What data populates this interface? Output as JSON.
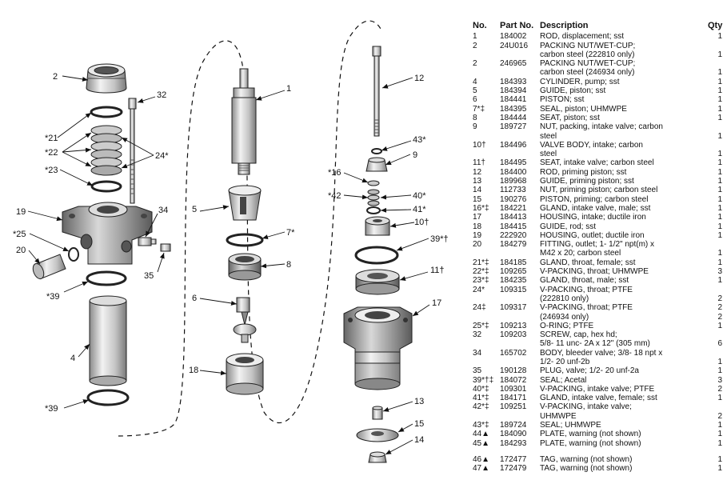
{
  "callouts": {
    "c2": "2",
    "c32": "32",
    "c21": "*21",
    "c22": "*22",
    "c24": "24*",
    "c23": "*23",
    "c19": "19",
    "c34": "34",
    "c25": "*25",
    "c20": "20",
    "c35": "35",
    "c39a": "*39",
    "c4": "4",
    "c39b": "*39",
    "c1": "1",
    "c5": "5",
    "c7": "7*",
    "c8": "8",
    "c6": "6",
    "c18": "18",
    "c12": "12",
    "c43": "43*",
    "c9": "9",
    "c16": "*16",
    "c42": "*42",
    "c40": "40*",
    "c41": "41*",
    "c10": "10†",
    "c39c": "39*†",
    "c11": "11†",
    "c17": "17",
    "c13": "13",
    "c15": "15",
    "c14": "14"
  },
  "parts_list": {
    "headers": {
      "no": "No.",
      "part": "Part No.",
      "desc": "Description",
      "qty": "Qty"
    },
    "rows": [
      {
        "no": "1",
        "part": "184002",
        "desc": "ROD, displacement; sst",
        "qty": "1"
      },
      {
        "no": "2",
        "part": "24U016",
        "desc": "PACKING NUT/WET-CUP;",
        "qty": ""
      },
      {
        "no": "",
        "part": "",
        "desc": "carbon steel (222810 only)",
        "qty": "1"
      },
      {
        "no": "2",
        "part": "246965",
        "desc": "PACKING NUT/WET-CUP;",
        "qty": ""
      },
      {
        "no": "",
        "part": "",
        "desc": "carbon steel (246934 only)",
        "qty": "1"
      },
      {
        "no": "4",
        "part": "184393",
        "desc": "CYLINDER, pump; sst",
        "qty": "1"
      },
      {
        "no": "5",
        "part": "184394",
        "desc": "GUIDE, piston; sst",
        "qty": "1"
      },
      {
        "no": "6",
        "part": "184441",
        "desc": "PISTON; sst",
        "qty": "1"
      },
      {
        "no": "7*‡",
        "part": "184395",
        "desc": "SEAL, piston; UHMWPE",
        "qty": "1"
      },
      {
        "no": "8",
        "part": "184444",
        "desc": "SEAT, piston; sst",
        "qty": "1"
      },
      {
        "no": "9",
        "part": "189727",
        "desc": "NUT, packing, intake valve; carbon",
        "qty": ""
      },
      {
        "no": "",
        "part": "",
        "desc": "steel",
        "qty": "1"
      },
      {
        "no": "10†",
        "part": "184496",
        "desc": "VALVE BODY, intake; carbon",
        "qty": ""
      },
      {
        "no": "",
        "part": "",
        "desc": "steel",
        "qty": "1"
      },
      {
        "no": "11†",
        "part": "184495",
        "desc": "SEAT, intake valve; carbon steel",
        "qty": "1"
      },
      {
        "no": "12",
        "part": "184400",
        "desc": "ROD, priming piston; sst",
        "qty": "1"
      },
      {
        "no": "13",
        "part": "189968",
        "desc": "GUIDE, priming piston; sst",
        "qty": "1"
      },
      {
        "no": "14",
        "part": "112733",
        "desc": "NUT, priming piston; carbon steel",
        "qty": "1"
      },
      {
        "no": "15",
        "part": "190276",
        "desc": "PISTON, priming; carbon steel",
        "qty": "1"
      },
      {
        "no": "16*‡",
        "part": "184221",
        "desc": "GLAND, intake valve, male; sst",
        "qty": "1"
      },
      {
        "no": "17",
        "part": "184413",
        "desc": "HOUSING, intake; ductile iron",
        "qty": "1"
      },
      {
        "no": "18",
        "part": "184415",
        "desc": "GUIDE, rod; sst",
        "qty": "1"
      },
      {
        "no": "19",
        "part": "222920",
        "desc": "HOUSING, outlet; ductile iron",
        "qty": "1"
      },
      {
        "no": "20",
        "part": "184279",
        "desc": "FITTING, outlet; 1- 1/2\" npt(m) x",
        "qty": ""
      },
      {
        "no": "",
        "part": "",
        "desc": "M42 x 20; carbon steel",
        "qty": "1"
      },
      {
        "no": "21*‡",
        "part": "184185",
        "desc": "GLAND, throat, female; sst",
        "qty": "1"
      },
      {
        "no": "22*‡",
        "part": "109265",
        "desc": "V-PACKING, throat; UHMWPE",
        "qty": "3"
      },
      {
        "no": "23*‡",
        "part": "184235",
        "desc": "GLAND, throat, male; sst",
        "qty": "1"
      },
      {
        "no": "24*",
        "part": "109315",
        "desc": "V-PACKING, throat; PTFE",
        "qty": ""
      },
      {
        "no": "",
        "part": "",
        "desc": "(222810 only)",
        "qty": "2"
      },
      {
        "no": "24‡",
        "part": "109317",
        "desc": "V-PACKING, throat; PTFE",
        "qty": "2"
      },
      {
        "no": "",
        "part": "",
        "desc": "(246934 only)",
        "qty": "2"
      },
      {
        "no": "25*‡",
        "part": "109213",
        "desc": "O-RING; PTFE",
        "qty": "1"
      },
      {
        "no": "32",
        "part": "109203",
        "desc": "SCREW, cap, hex hd;",
        "qty": ""
      },
      {
        "no": "",
        "part": "",
        "desc": "5/8- 11 unc- 2A x 12\" (305 mm)",
        "qty": "6"
      },
      {
        "no": "34",
        "part": "165702",
        "desc": "BODY, bleeder valve; 3/8- 18 npt x",
        "qty": ""
      },
      {
        "no": "",
        "part": "",
        "desc": "1/2- 20 unf-2b",
        "qty": "1"
      },
      {
        "no": "35",
        "part": "190128",
        "desc": "PLUG, valve; 1/2- 20 unf-2a",
        "qty": "1"
      },
      {
        "no": "39*†‡",
        "part": "184072",
        "desc": "SEAL; Acetal",
        "qty": "3"
      },
      {
        "no": "40*‡",
        "part": "109301",
        "desc": "V-PACKING, intake valve; PTFE",
        "qty": "2"
      },
      {
        "no": "41*‡",
        "part": "184171",
        "desc": "GLAND, intake valve, female; sst",
        "qty": "1"
      },
      {
        "no": "42*‡",
        "part": "109251",
        "desc": "V-PACKING, intake valve;",
        "qty": ""
      },
      {
        "no": "",
        "part": "",
        "desc": "UHMWPE",
        "qty": "2"
      },
      {
        "no": "43*‡",
        "part": "189724",
        "desc": "SEAL; UHMWPE",
        "qty": "1"
      },
      {
        "no": "44▲",
        "part": "184090",
        "desc": "PLATE, warning (not shown)",
        "qty": "1"
      },
      {
        "no": "45▲",
        "part": "184293",
        "desc": "PLATE, warning (not shown)",
        "qty": "1"
      }
    ],
    "rows_after_gap": [
      {
        "no": "46▲",
        "part": "172477",
        "desc": "TAG, warning (not shown)",
        "qty": "1"
      },
      {
        "no": "47▲",
        "part": "172479",
        "desc": "TAG, warning (not shown)",
        "qty": "1"
      }
    ]
  }
}
